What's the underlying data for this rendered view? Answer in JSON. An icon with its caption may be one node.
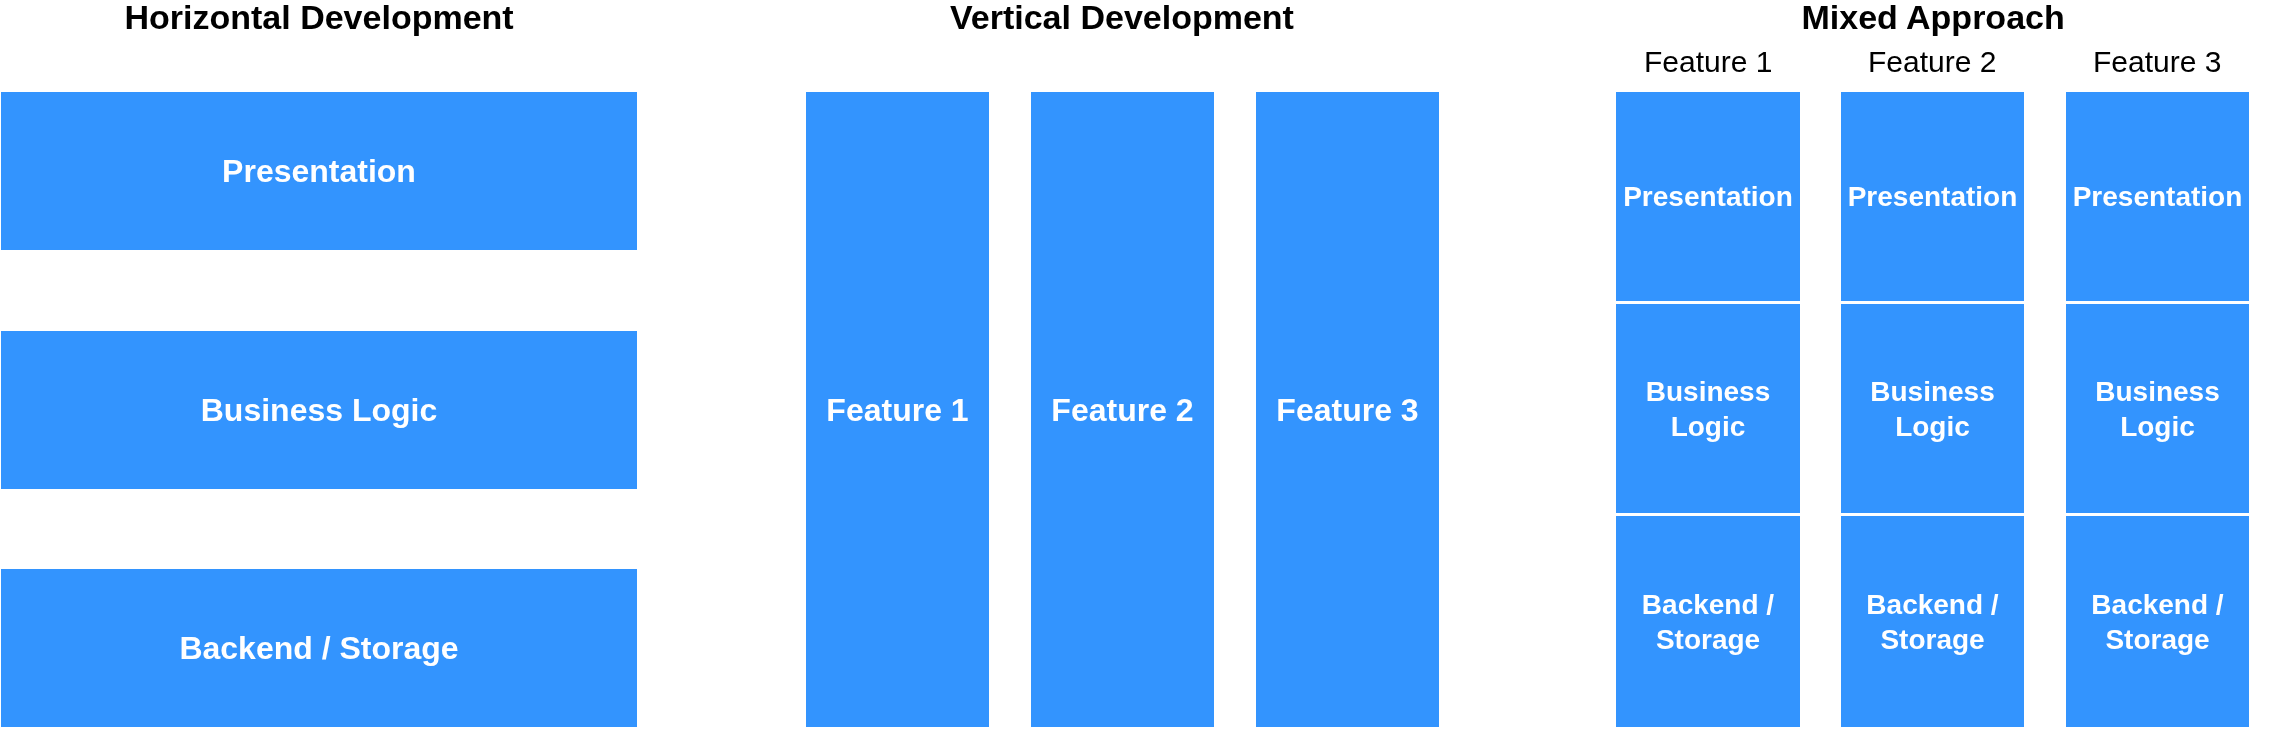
{
  "diagram": {
    "nodes": [
      {
        "text": [
          "Presentation"
        ]
      },
      {
        "text": [
          "Business Logic"
        ]
      },
      {
        "text": [
          "Backend / Storage"
        ]
      },
      {
        "text": [
          "Feature 1"
        ]
      },
      {
        "text": [
          "Feature 2"
        ]
      },
      {
        "text": [
          "Feature 3"
        ]
      },
      {
        "text": [
          "Presentation"
        ]
      },
      {
        "text": [
          "Presentation"
        ]
      },
      {
        "text": [
          "Presentation"
        ]
      },
      {
        "text": [
          "Business Logic"
        ]
      },
      {
        "text": [
          "Business Logic"
        ]
      },
      {
        "text": [
          "Business Logic"
        ]
      },
      {
        "text": [
          "Backend / Storage"
        ]
      },
      {
        "text": [
          "Backend / Storage"
        ]
      },
      {
        "text": [
          "Backend / Storage"
        ]
      }
    ],
    "labels": [
      "Horizontal Development",
      "Vertical Development",
      "Mixed Approach",
      "Feature 1",
      "Feature 2",
      "Feature 3"
    ]
  }
}
